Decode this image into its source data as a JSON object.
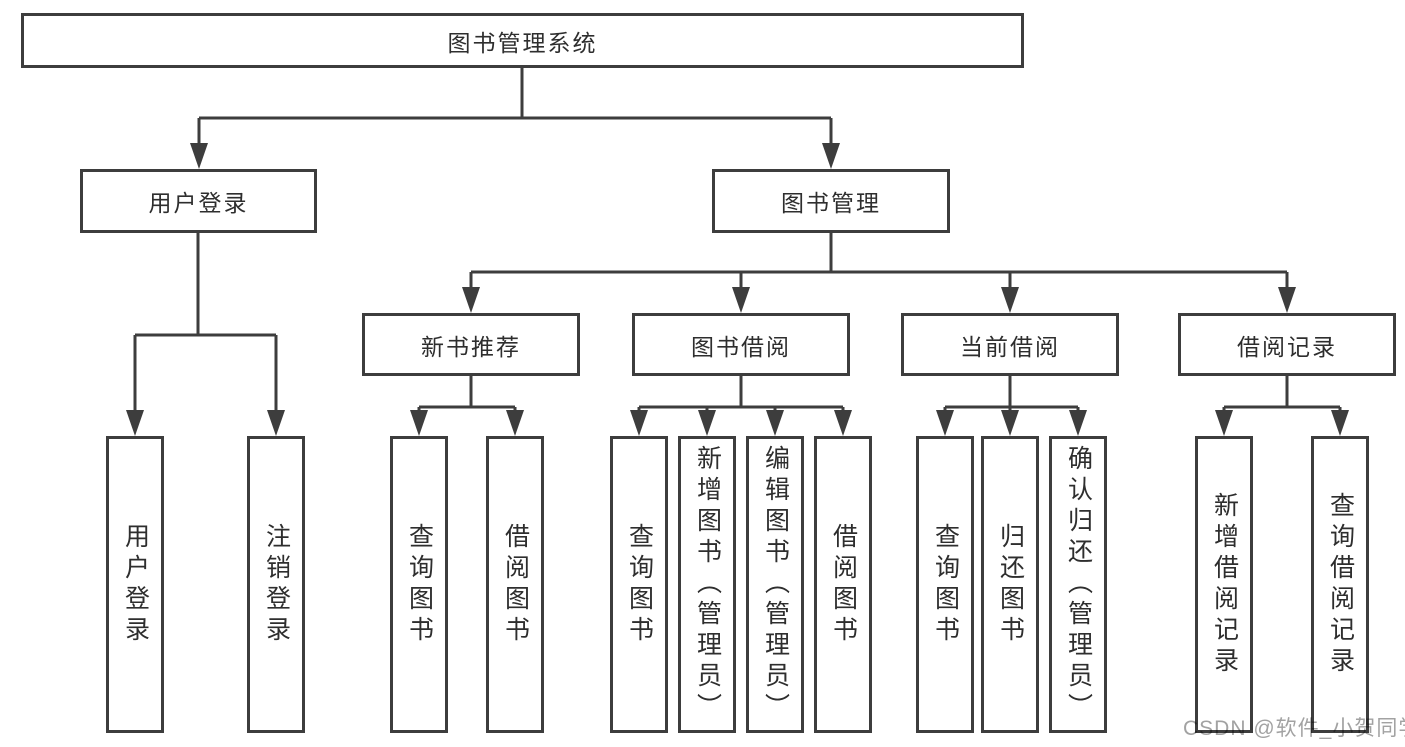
{
  "diagram": {
    "title": "图书管理系统",
    "colors": {
      "line": "#3d3d3d",
      "text": "#2e2e2e",
      "background": "#ffffff",
      "watermark": "#a2a2a2"
    },
    "nodes": {
      "root": "图书管理系统",
      "login_group": "用户登录",
      "mgmt_group": "图书管理",
      "new_book": "新书推荐",
      "book_borrow": "图书借阅",
      "current_borrow": "当前借阅",
      "borrow_records": "借阅记录",
      "leaves": {
        "user_login": "用户登录",
        "logout": "注销登录",
        "nb_query": "查询图书",
        "nb_borrow": "借阅图书",
        "bb_query": "查询图书",
        "bb_add": "新增图书（管理员）",
        "bb_edit": "编辑图书（管理员）",
        "bb_borrow": "借阅图书",
        "cb_query": "查询图书",
        "cb_return": "归还图书",
        "cb_confirm": "确认归还（管理员）",
        "br_add": "新增借阅记录",
        "br_query": "查询借阅记录"
      }
    }
  },
  "watermark": {
    "text": "CSDN @软件_小贺同学"
  }
}
